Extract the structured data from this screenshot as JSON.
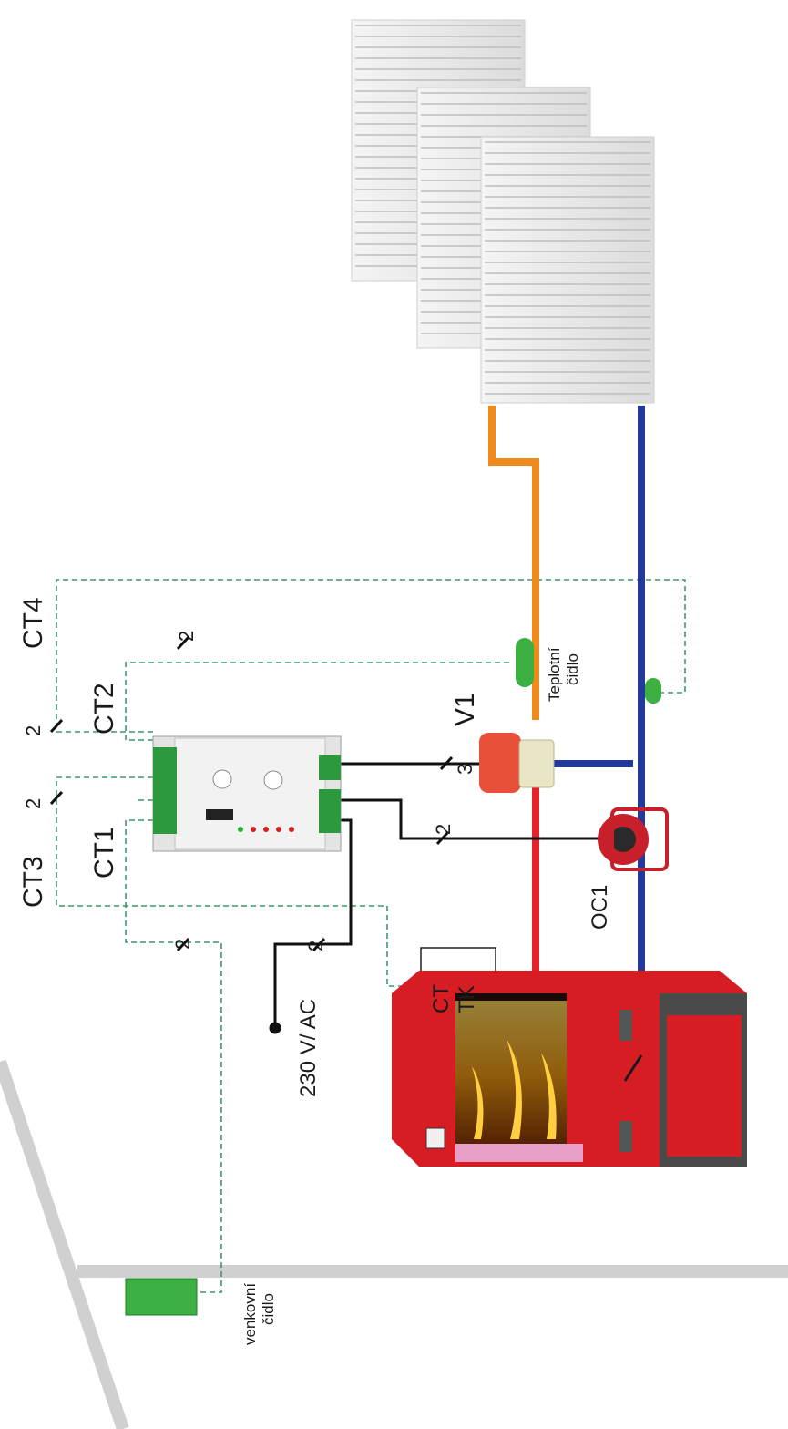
{
  "labels": {
    "ct1": "CT1",
    "ct2": "CT2",
    "ct3": "CT3",
    "ct4": "CT4",
    "v1": "V1",
    "oc1": "OC1",
    "power": "230 V/ AC",
    "ct_box_top": "CT",
    "ct_box_bottom": "TK",
    "teplotni_line1": "Teplotní",
    "teplotni_line2": "čidlo",
    "venkovni_line1": "venkovní",
    "venkovni_line2": "čidlo",
    "wire_count_2": "2",
    "wire_count_3": "3"
  },
  "colors": {
    "supply_pipe": "#f08a1c",
    "boiler_supply": "#e8202a",
    "return_pipe": "#243a9a",
    "sensor_wire": "#3a9a6a",
    "sensor": "#3cb043",
    "boiler": "#d71d24",
    "valve": "#e8503a",
    "pump": "#c8202a",
    "wall": "#d0d0d0"
  },
  "icons": {
    "controller": "controller-unit-icon",
    "radiators": "radiator-icon",
    "boiler": "boiler-icon",
    "valve": "mixing-valve-icon",
    "pump": "circulation-pump-icon"
  }
}
